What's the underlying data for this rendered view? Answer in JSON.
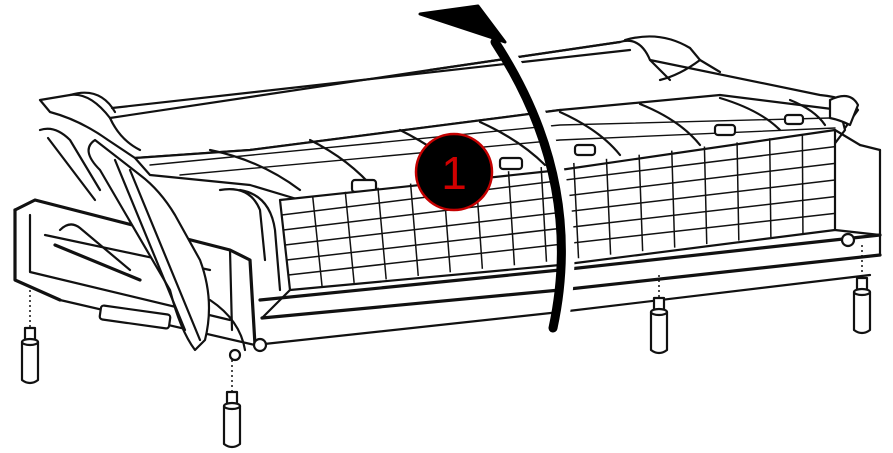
{
  "diagram": {
    "step_badge": "1",
    "colors": {
      "line": "#111111",
      "background": "#ffffff",
      "badge_fill": "#000000",
      "badge_ring": "#c40000",
      "badge_text": "#d10000"
    },
    "icons": [
      "rotate-arrow-icon",
      "step-badge"
    ],
    "parts": [
      "sofa-bed-frame",
      "mattress",
      "wire-grid",
      "feet"
    ]
  }
}
